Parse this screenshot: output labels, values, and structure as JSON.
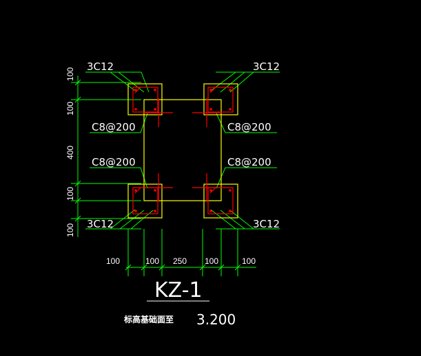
{
  "drawing": {
    "rebar_labels": {
      "top_left": "3C12",
      "top_right": "3C12",
      "bottom_left": "3C12",
      "bottom_right": "3C12"
    },
    "stirrup_labels": {
      "upper_left": "C8@200",
      "upper_right": "C8@200",
      "lower_left": "C8@200",
      "lower_right": "C8@200"
    },
    "vertical_dims": [
      "100",
      "100",
      "400",
      "100",
      "100"
    ],
    "horizontal_dims": [
      "100",
      "100",
      "250",
      "100",
      "100"
    ],
    "column_id": "KZ-1",
    "elevation_caption": "标高基础面至",
    "elevation_value": "3.200"
  },
  "colors": {
    "background": "#000000",
    "column_outline": "#ffff00",
    "dimension_lines": "#00ff00",
    "rebar": "#ff0000",
    "text": "#ffffff"
  }
}
